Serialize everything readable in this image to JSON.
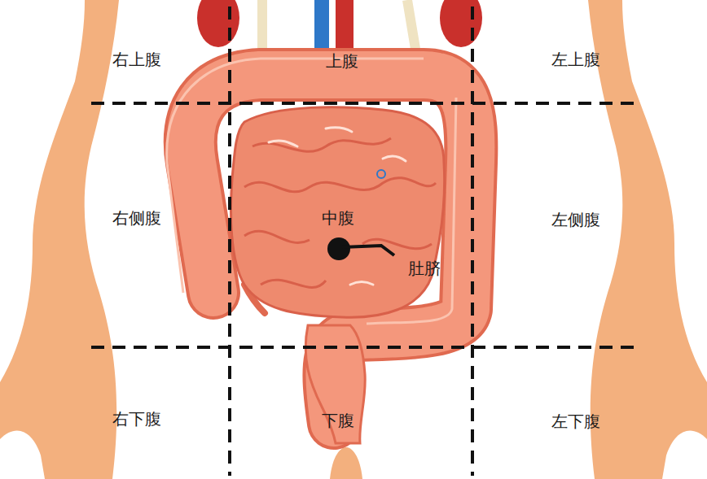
{
  "diagram": {
    "labels": [
      "右上腹",
      "上腹",
      "左上腹",
      "右侧腹",
      "中腹",
      "左侧腹",
      "右下腹",
      "下腹",
      "左下腹",
      "肚脐"
    ]
  }
}
